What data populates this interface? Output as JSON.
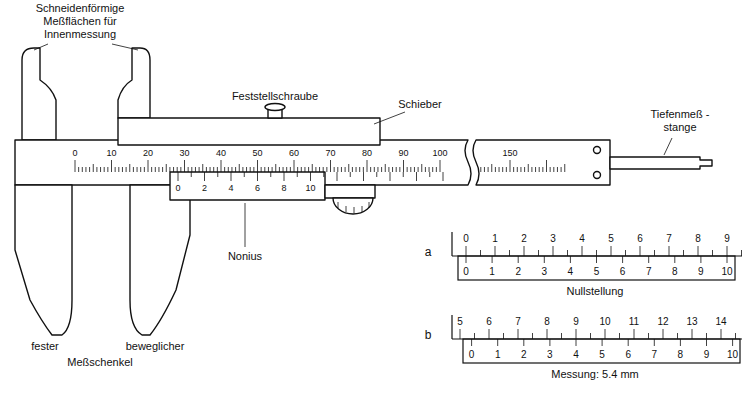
{
  "diagram": {
    "labels": [
      "Schneidenförmige Meßflächen für Innenmessung",
      "Feststellschraube",
      "Schieber",
      "Tiefenmeß -stange",
      "0",
      "10",
      "20",
      "30",
      "40",
      "50",
      "60",
      "70",
      "80",
      "90",
      "100",
      "150",
      "0",
      "2",
      "4",
      "6",
      "8",
      "10",
      "Nonius",
      "a",
      "0",
      "1",
      "2",
      "3",
      "4",
      "5",
      "6",
      "7",
      "8",
      "9",
      "0",
      "1",
      "2",
      "3",
      "4",
      "5",
      "6",
      "7",
      "8",
      "9",
      "10",
      "Nullstellung",
      "b",
      "5",
      "6",
      "7",
      "8",
      "9",
      "10",
      "11",
      "12",
      "13",
      "14",
      "0",
      "1",
      "2",
      "3",
      "4",
      "5",
      "6",
      "7",
      "8",
      "9",
      "10",
      "Messung: 5.4 mm",
      "fester",
      "beweglicher",
      "Meßschenkel"
    ]
  }
}
